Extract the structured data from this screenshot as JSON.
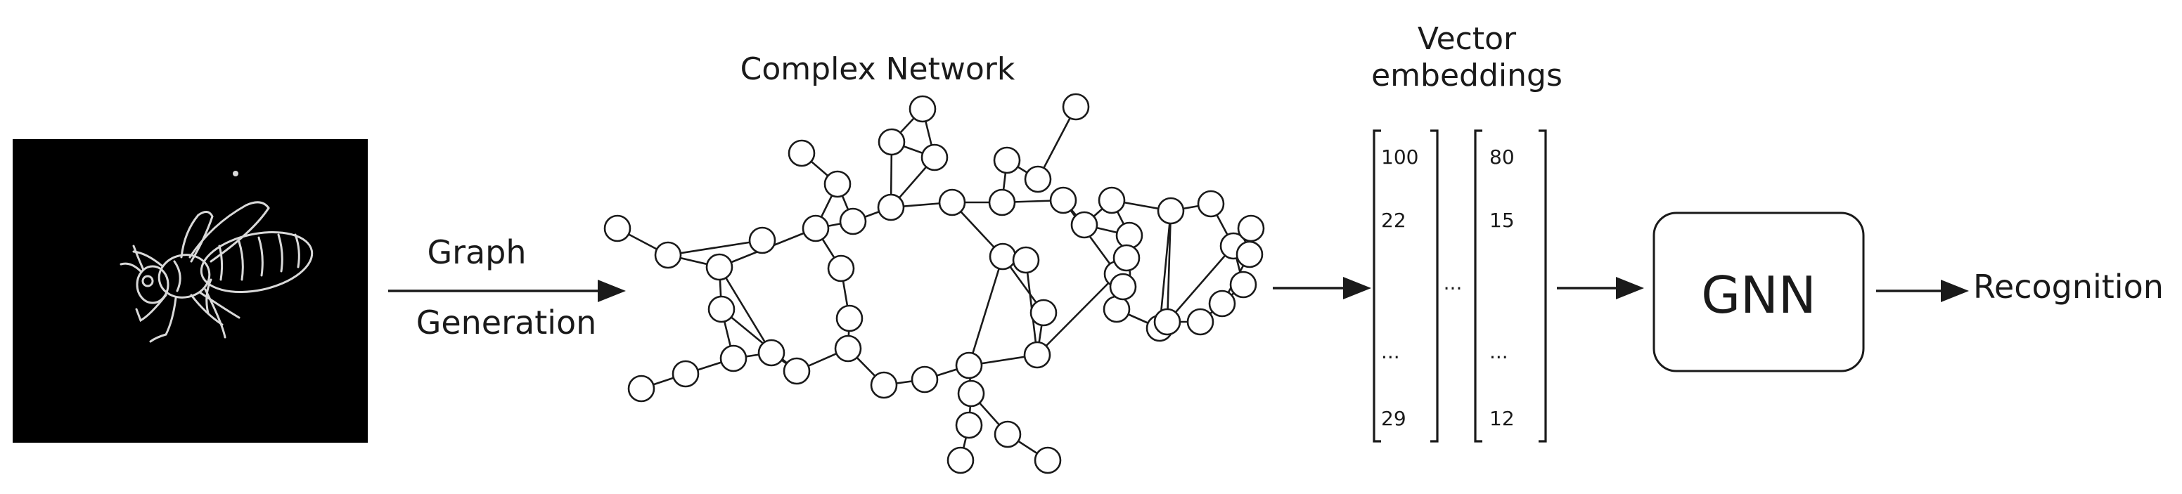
{
  "network_title": "Complex Network",
  "graph_arrow": {
    "top": "Graph",
    "bottom": "Generation"
  },
  "embeddings": {
    "title_line1": "Vector",
    "title_line2": "embeddings",
    "vector1": {
      "first": "100",
      "second": "22",
      "ellipsis": "...",
      "last": "29"
    },
    "vector2": {
      "first": "80",
      "second": "15",
      "ellipsis": "...",
      "last": "12"
    },
    "separator": "..."
  },
  "gnn_label": "GNN",
  "output_label": "Recognition",
  "colors": {
    "ink": "#1a1a1a",
    "image_background": "#000000",
    "image_edges": "#d9d9d9",
    "node_fill": "#ffffff"
  },
  "icons": [
    "insect-edge-image",
    "complex-network-graph",
    "flow-arrow"
  ]
}
